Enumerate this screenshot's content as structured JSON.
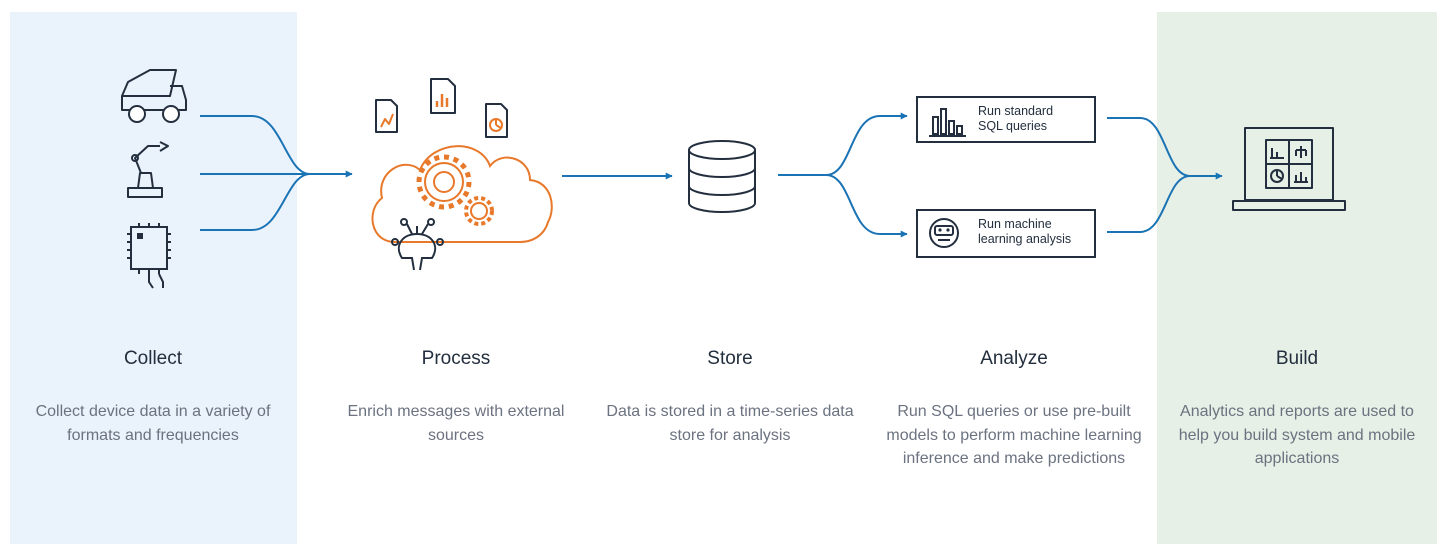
{
  "colors": {
    "collect_band": "#eaf3fb",
    "build_band": "#e7f0e6",
    "flow_arrow": "#1a73b5",
    "process_accent": "#e8782a",
    "icon_stroke": "#232f3e",
    "description_text": "#6b7280"
  },
  "icons": {
    "collect": [
      "dump-truck-icon",
      "robotic-arm-icon",
      "microchip-icon"
    ],
    "process": [
      "line-chart-document-icon",
      "bar-chart-document-icon",
      "pie-chart-document-icon",
      "cloud-gears-icon",
      "circuit-brain-icon"
    ],
    "store": "database-icon",
    "analyze": [
      "bar-chart-icon",
      "robot-face-icon"
    ],
    "build": "laptop-dashboard-icon"
  },
  "analyze_options": {
    "sql": "Run standard\nSQL queries",
    "ml": "Run machine\nlearning analysis"
  },
  "stages": [
    {
      "title": "Collect",
      "description": "Collect device data in a variety of formats and frequencies"
    },
    {
      "title": "Process",
      "description": "Enrich messages with external sources"
    },
    {
      "title": "Store",
      "description": "Data is stored in a time-series data store for analysis"
    },
    {
      "title": "Analyze",
      "description": "Run SQL queries or use pre-built models to perform machine learning inference and make predictions"
    },
    {
      "title": "Build",
      "description": "Analytics and reports are used to help you build system and mobile applications"
    }
  ]
}
